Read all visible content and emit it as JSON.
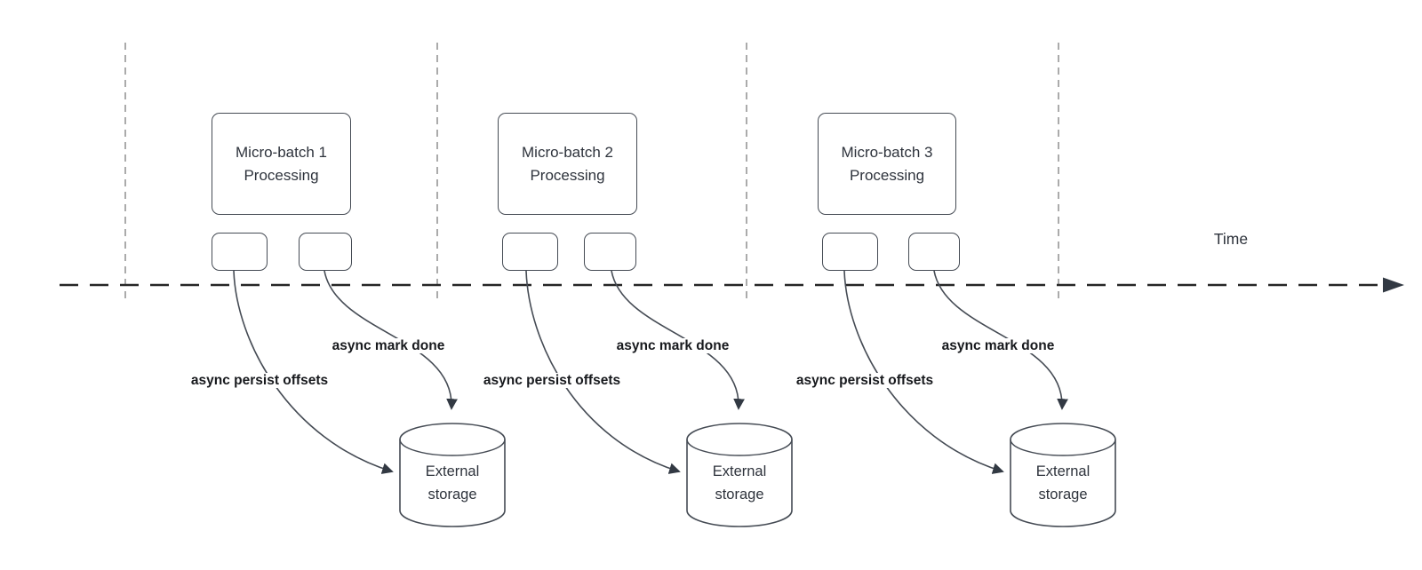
{
  "diagram": {
    "time_label": "Time"
  },
  "batches": [
    {
      "title_line1": "Micro-batch 1",
      "title_line2": "Processing",
      "persist_label": "async persist offsets",
      "done_label": "async mark done",
      "storage_line1": "External",
      "storage_line2": "storage"
    },
    {
      "title_line1": "Micro-batch 2",
      "title_line2": "Processing",
      "persist_label": "async persist offsets",
      "done_label": "async mark done",
      "storage_line1": "External",
      "storage_line2": "storage"
    },
    {
      "title_line1": "Micro-batch 3",
      "title_line2": "Processing",
      "persist_label": "async persist offsets",
      "done_label": "async mark done",
      "storage_line1": "External",
      "storage_line2": "storage"
    }
  ],
  "colors": {
    "background": "#ffffff",
    "guide-line": "#ababab",
    "timeline-line": "#262626",
    "arrow-fill": "#323943",
    "shape-stroke": "#454b54",
    "connector-stroke": "#454b54",
    "shape-text": "#2e333c",
    "label-text": "#17191d"
  }
}
